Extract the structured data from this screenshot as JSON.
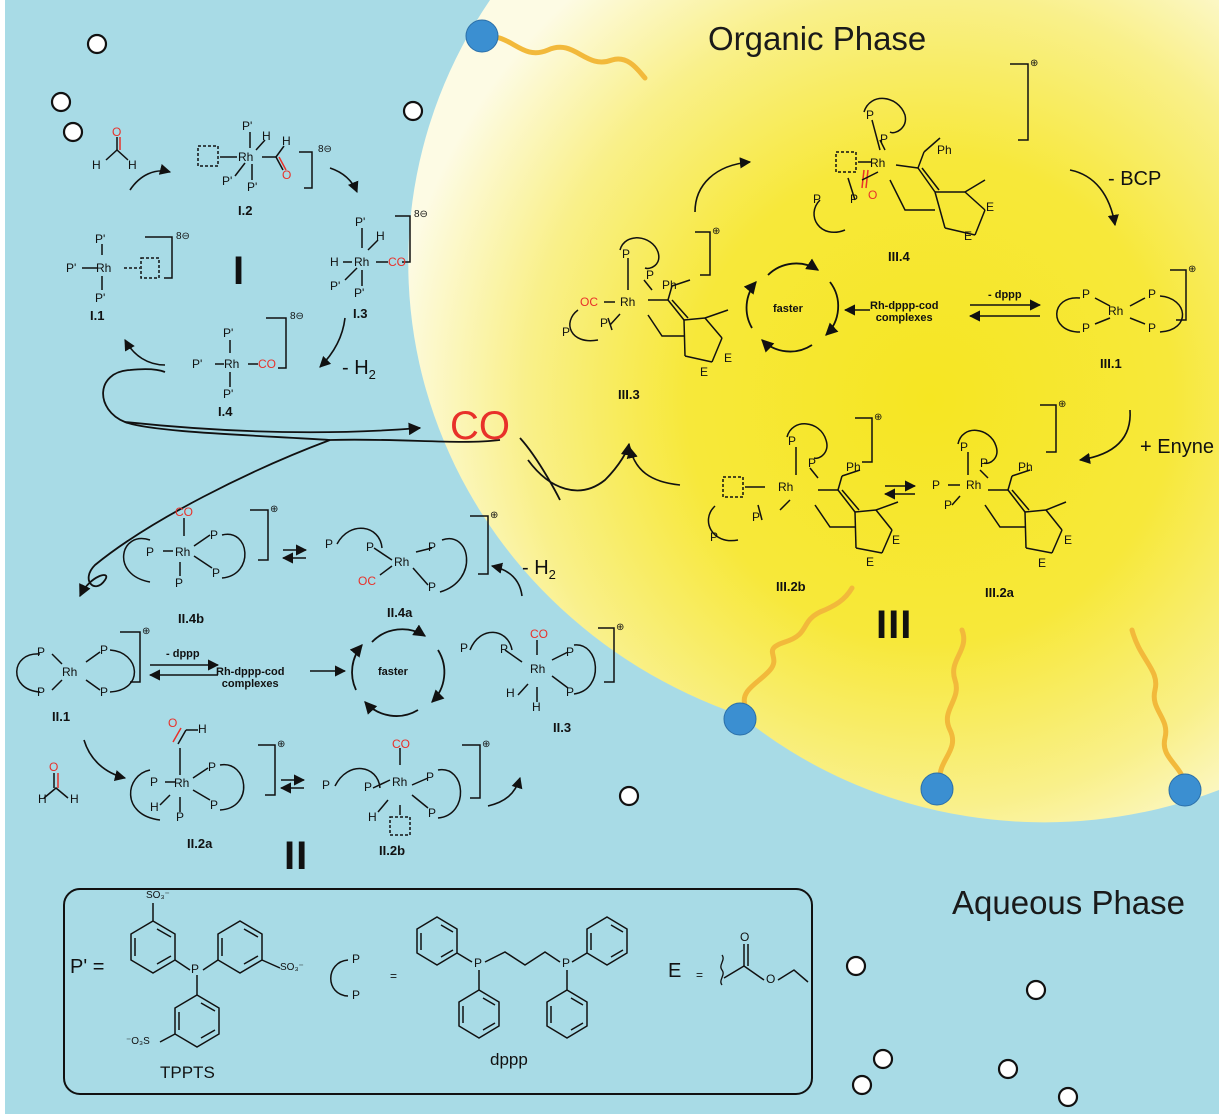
{
  "phases": {
    "organic": "Organic Phase",
    "aqueous": "Aqueous Phase"
  },
  "co": "CO",
  "cycles": {
    "I": "I",
    "II": "II",
    "III": "III"
  },
  "compounds": {
    "I1": "I.1",
    "I2": "I.2",
    "I3": "I.3",
    "I4": "I.4",
    "II1": "II.1",
    "II2a": "II.2a",
    "II2b": "II.2b",
    "II3": "II.3",
    "II4a": "II.4a",
    "II4b": "II.4b",
    "III1": "III.1",
    "III2a": "III.2a",
    "III2b": "III.2b",
    "III3": "III.3",
    "III4": "III.4"
  },
  "steps": {
    "h2_I": "- H",
    "h2_I_sub": "2",
    "h2_II": "- H",
    "h2_II_sub": "2",
    "bcp": "- BCP",
    "enyne": "+ Enyne"
  },
  "equilibria": {
    "organic": {
      "reagent": "- dppp",
      "complexes": "Rh-dppp-cod\ncomplexes",
      "cycle": "faster"
    },
    "aqueous": {
      "reagent": "- dppp",
      "complexes": "Rh-dppp-cod\ncomplexes",
      "cycle": "faster"
    }
  },
  "charges": {
    "eight_minus": "8⊖",
    "plus": "⊕"
  },
  "atoms": {
    "rh": "Rh",
    "p": "P",
    "p_prime": "P'",
    "h": "H",
    "o": "O",
    "co": "CO",
    "oc": "OC",
    "ph": "Ph",
    "e": "E"
  },
  "legend": {
    "p_prime_label": "P' =",
    "p_prime_name": "TPPTS",
    "so3_1": "SO₃⁻",
    "so3_2": "SO₃⁻",
    "so3_3": "⁻O₃S",
    "p_label": "P",
    "p_label2": "P",
    "equals": "=",
    "dppp_name": "dppp",
    "e_label": "E",
    "e_equals": "="
  },
  "colors": {
    "aqueous": "#a8dbe6",
    "organic_core": "#f7e82a",
    "organic_edge": "#fdfbe0",
    "surfactant_tail": "#f2b93b",
    "surfactant_head": "#3b8fd1",
    "co_red": "#e8312a"
  }
}
